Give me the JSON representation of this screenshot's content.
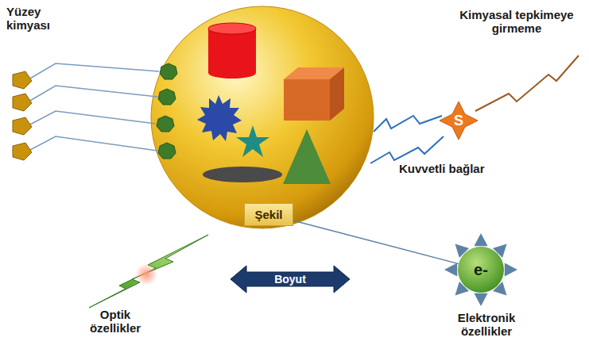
{
  "diagram": {
    "nodes": [
      {
        "text": [
          "S"
        ]
      },
      {
        "text": [
          "Şekil"
        ]
      },
      {
        "text": [
          "Boyut"
        ]
      },
      {
        "text": [
          "e-"
        ]
      }
    ],
    "edges": [
      {
        "from": 1,
        "to": 3,
        "arrow": "none"
      }
    ],
    "labels": [
      "Yüzey kimyası",
      "Kimyasal tepkimeye girmeme",
      "Kuvvetli bağlar",
      "Optik özellikler",
      "Elektronik özellikler"
    ]
  }
}
